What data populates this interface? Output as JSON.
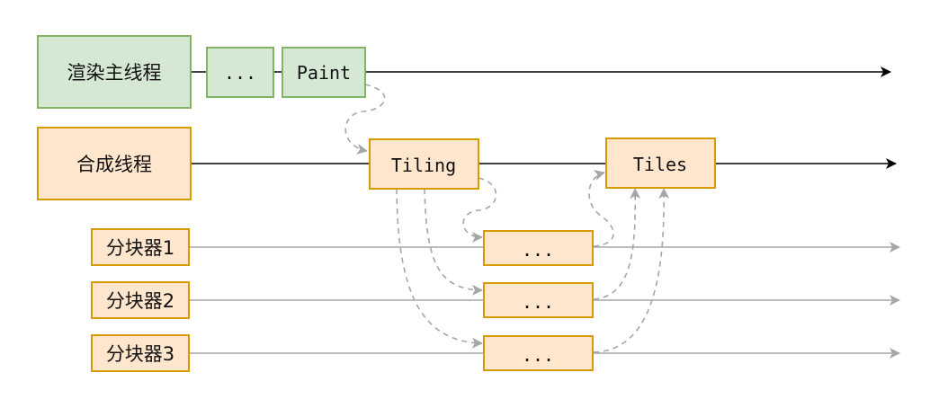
{
  "colors": {
    "green_fill": "#d5e8d4",
    "green_stroke": "#82b366",
    "orange_fill": "#ffe6cc",
    "orange_stroke": "#d79b00",
    "main_line": "#000000",
    "worker_line": "#a6a6a6",
    "dashed_arrow": "#a6a6a6"
  },
  "lanes": {
    "main_thread": {
      "label": "渲染主线程"
    },
    "compositor": {
      "label": "合成线程"
    },
    "tiler_1": {
      "label": "分块器1"
    },
    "tiler_2": {
      "label": "分块器2"
    },
    "tiler_3": {
      "label": "分块器3"
    }
  },
  "tasks": {
    "main_ellipsis": "...",
    "paint": "Paint",
    "tiling": "Tiling",
    "tiles": "Tiles",
    "tiler_1_task": "...",
    "tiler_2_task": "...",
    "tiler_3_task": "..."
  }
}
